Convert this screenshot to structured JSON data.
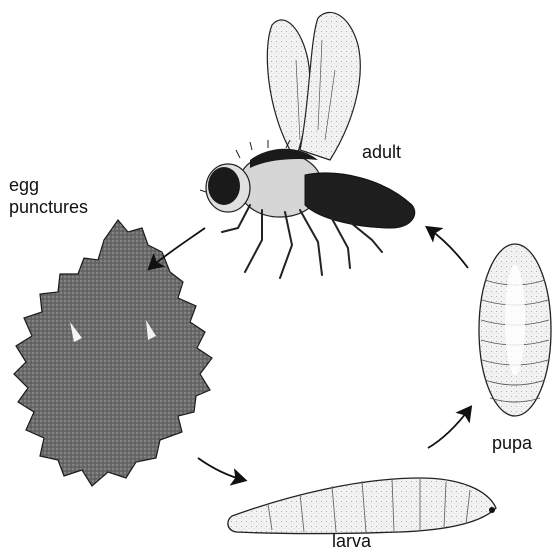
{
  "diagram": {
    "stages": {
      "adult": "adult",
      "egg": "egg",
      "egg_sub": "punctures",
      "pupa": "pupa",
      "larva": "larva"
    }
  }
}
